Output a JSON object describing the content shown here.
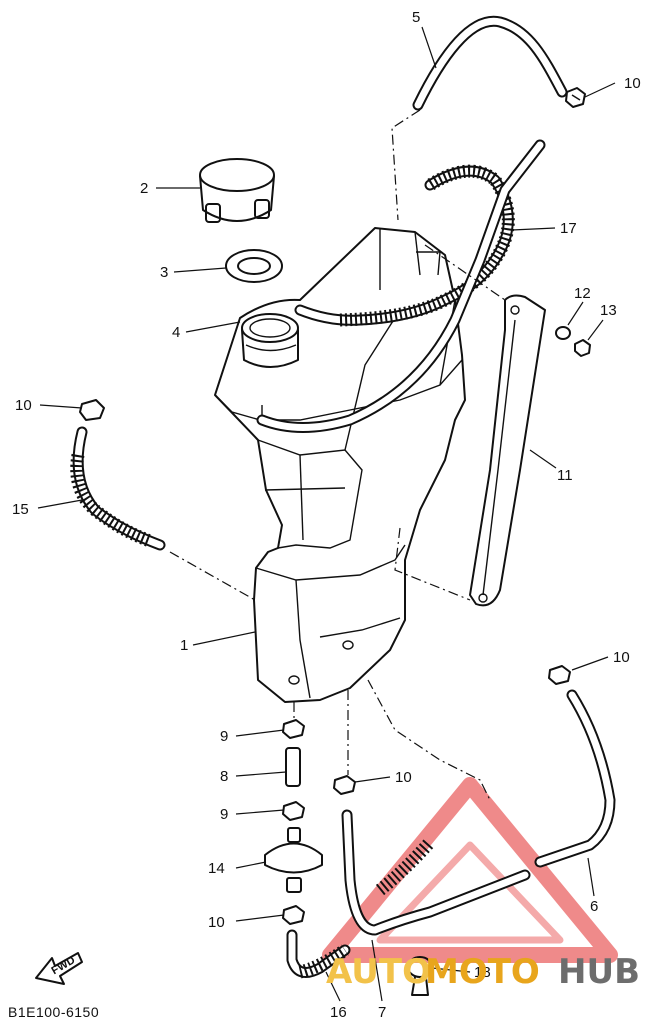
{
  "diagram": {
    "code": "B1E100-6150",
    "fwd_label": "FWD",
    "watermark": {
      "part1": "AUTO",
      "part2": "MOTO",
      "part3": "HUB"
    },
    "callouts": {
      "c1": "1",
      "c2": "2",
      "c3": "3",
      "c4": "4",
      "c5": "5",
      "c6": "6",
      "c7": "7",
      "c8": "8",
      "c9a": "9",
      "c9b": "9",
      "c10a": "10",
      "c10b": "10",
      "c10c": "10",
      "c10d": "10",
      "c10e": "10",
      "c11": "11",
      "c12": "12",
      "c13": "13",
      "c14": "14",
      "c15": "15",
      "c16": "16",
      "c17": "17",
      "c18": "18"
    }
  }
}
